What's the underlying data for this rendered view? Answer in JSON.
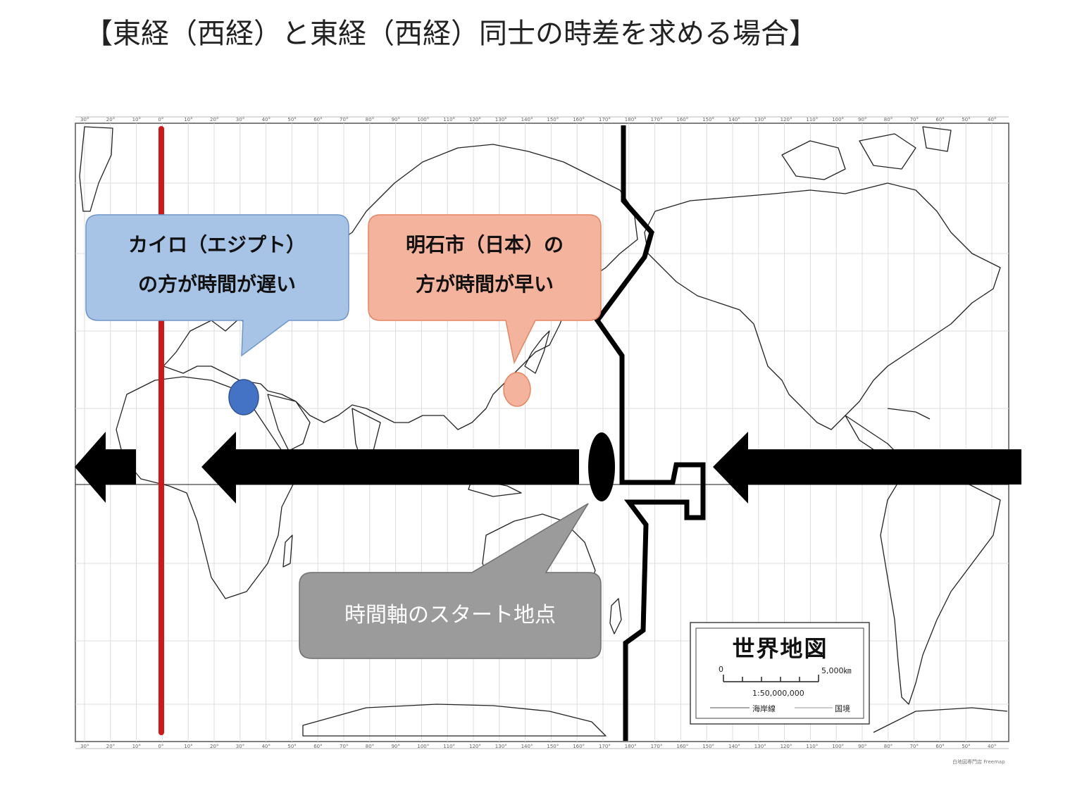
{
  "title": "【東経（西経）と東経（西経）同士の時差を求める場合】",
  "callouts": {
    "cairo": {
      "line1": "カイロ（エジプト）",
      "line2": "の方が時間が遅い",
      "fill": "#a7c4e6",
      "stroke": "#6f96c8"
    },
    "akashi": {
      "line1": "明石市（日本）の",
      "line2": "方が時間が早い",
      "fill": "#f4b39c",
      "stroke": "#e6855f"
    },
    "start": {
      "text": "時間軸のスタート地点",
      "fill": "#9b9b9b",
      "stroke": "#6f6f6f"
    }
  },
  "markers": {
    "cairo_color": "#4472c4",
    "akashi_color": "#f4b39c",
    "prime_meridian_color": "#d01818",
    "arrow_color": "#000000"
  },
  "legend": {
    "title": "世界地図",
    "scale_zero": "0",
    "scale_max": "5,000㎞",
    "scale_ratio": "1:50,000,000",
    "coastline": "海岸線",
    "border": "国境"
  },
  "degree_labels": [
    "30°",
    "20°",
    "10°",
    "0°",
    "10°",
    "20°",
    "30°",
    "40°",
    "50°",
    "60°",
    "70°",
    "80°",
    "90°",
    "100°",
    "110°",
    "120°",
    "130°",
    "140°",
    "150°",
    "160°",
    "170°",
    "180°",
    "170°",
    "160°",
    "150°",
    "140°",
    "130°",
    "120°",
    "110°",
    "100°",
    "90°",
    "80°",
    "70°",
    "60°",
    "50°",
    "40°"
  ],
  "credit": "白地図専門店 Freemap"
}
